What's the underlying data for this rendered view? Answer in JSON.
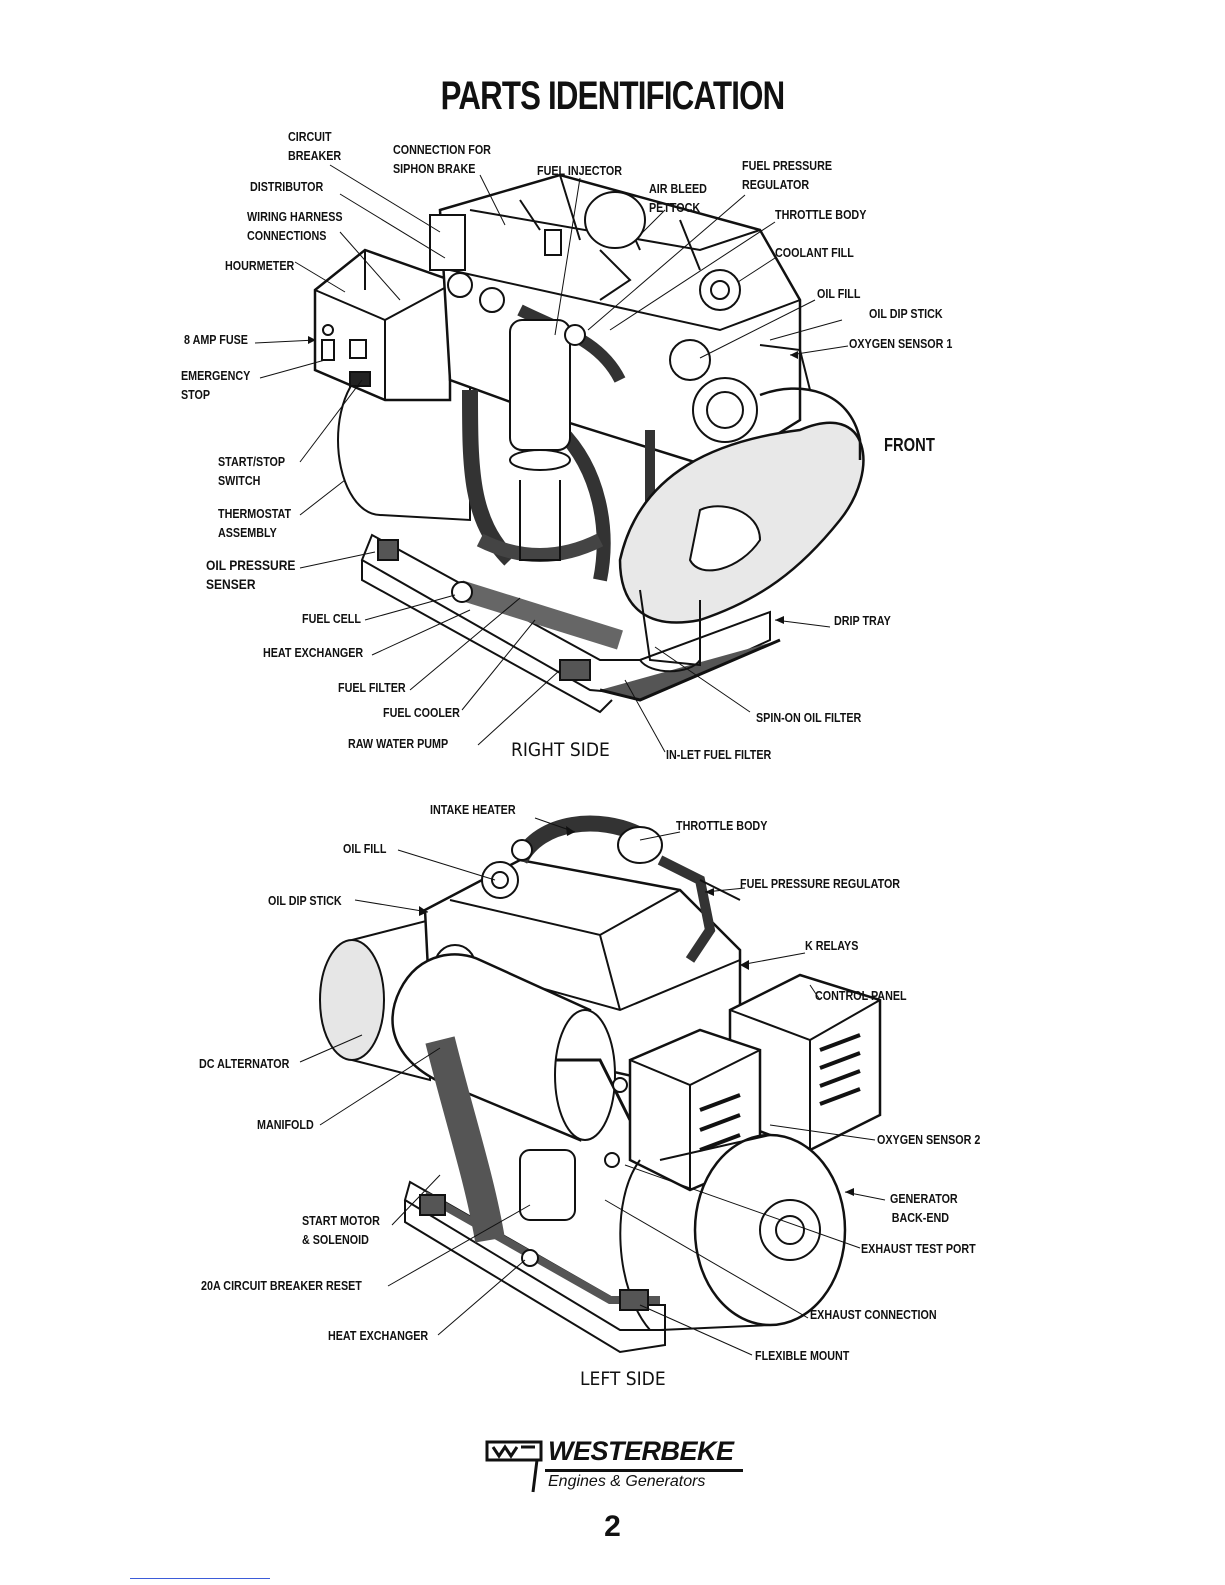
{
  "title": "PARTS IDENTIFICATION",
  "right_side": {
    "view_title": "RIGHT SIDE",
    "labels": {
      "circuit_breaker": [
        "CIRCUIT",
        "BREAKER"
      ],
      "connection_siphon": [
        "CONNECTION FOR",
        "SIPHON BRAKE"
      ],
      "fuel_injector": "FUEL INJECTOR",
      "fuel_pressure_regulator": [
        "FUEL PRESSURE",
        "REGULATOR"
      ],
      "distributor": "DISTRIBUTOR",
      "air_bleed": [
        "AIR BLEED",
        "PETTOCK"
      ],
      "wiring_harness": [
        "WIRING HARNESS",
        "CONNECTIONS"
      ],
      "throttle_body": "THROTTLE BODY",
      "coolant_fill": "COOLANT FILL",
      "hourmeter": "HOURMETER",
      "oil_fill": "OIL FILL",
      "oil_dip_stick": "OIL DIP STICK",
      "oxygen_sensor_1": "OXYGEN SENSOR 1",
      "amp_fuse": "8 AMP FUSE",
      "emergency_stop": [
        "EMERGENCY",
        "STOP"
      ],
      "front": "FRONT",
      "start_stop": [
        "START/STOP",
        "SWITCH"
      ],
      "thermostat": [
        "THERMOSTAT",
        "ASSEMBLY"
      ],
      "oil_pressure": [
        "OIL PRESSURE",
        "SENSER"
      ],
      "fuel_cell": "FUEL CELL",
      "drip_tray": "DRIP TRAY",
      "heat_exchanger": "HEAT EXCHANGER",
      "fuel_filter": "FUEL FILTER",
      "fuel_cooler": "FUEL COOLER",
      "spin_on_filter": "SPIN-ON OIL FILTER",
      "raw_water_pump": "RAW WATER PUMP",
      "inlet_fuel_filter": "IN-LET FUEL FILTER"
    }
  },
  "left_side": {
    "view_title": "LEFT SIDE",
    "labels": {
      "intake_heater": "INTAKE HEATER",
      "throttle_body": "THROTTLE BODY",
      "oil_fill": "OIL FILL",
      "fuel_pressure_regulator": "FUEL PRESSURE REGULATOR",
      "oil_dip_stick": "OIL DIP STICK",
      "k_relays": "K RELAYS",
      "control_panel": "CONTROL PANEL",
      "dc_alternator": "DC ALTERNATOR",
      "manifold": "MANIFOLD",
      "oxygen_sensor_2": "OXYGEN SENSOR 2",
      "generator_back_end": [
        "GENERATOR",
        "BACK-END"
      ],
      "start_motor": [
        "START MOTOR",
        "& SOLENOID"
      ],
      "exhaust_test_port": "EXHAUST TEST PORT",
      "circuit_breaker_reset": "20A CIRCUIT BREAKER RESET",
      "exhaust_connection": "EXHAUST CONNECTION",
      "heat_exchanger": "HEAT EXCHANGER",
      "flexible_mount": "FLEXIBLE MOUNT"
    }
  },
  "logo": {
    "brand": "WESTERBEKE",
    "subtitle": "Engines & Generators"
  },
  "page_number": "2"
}
